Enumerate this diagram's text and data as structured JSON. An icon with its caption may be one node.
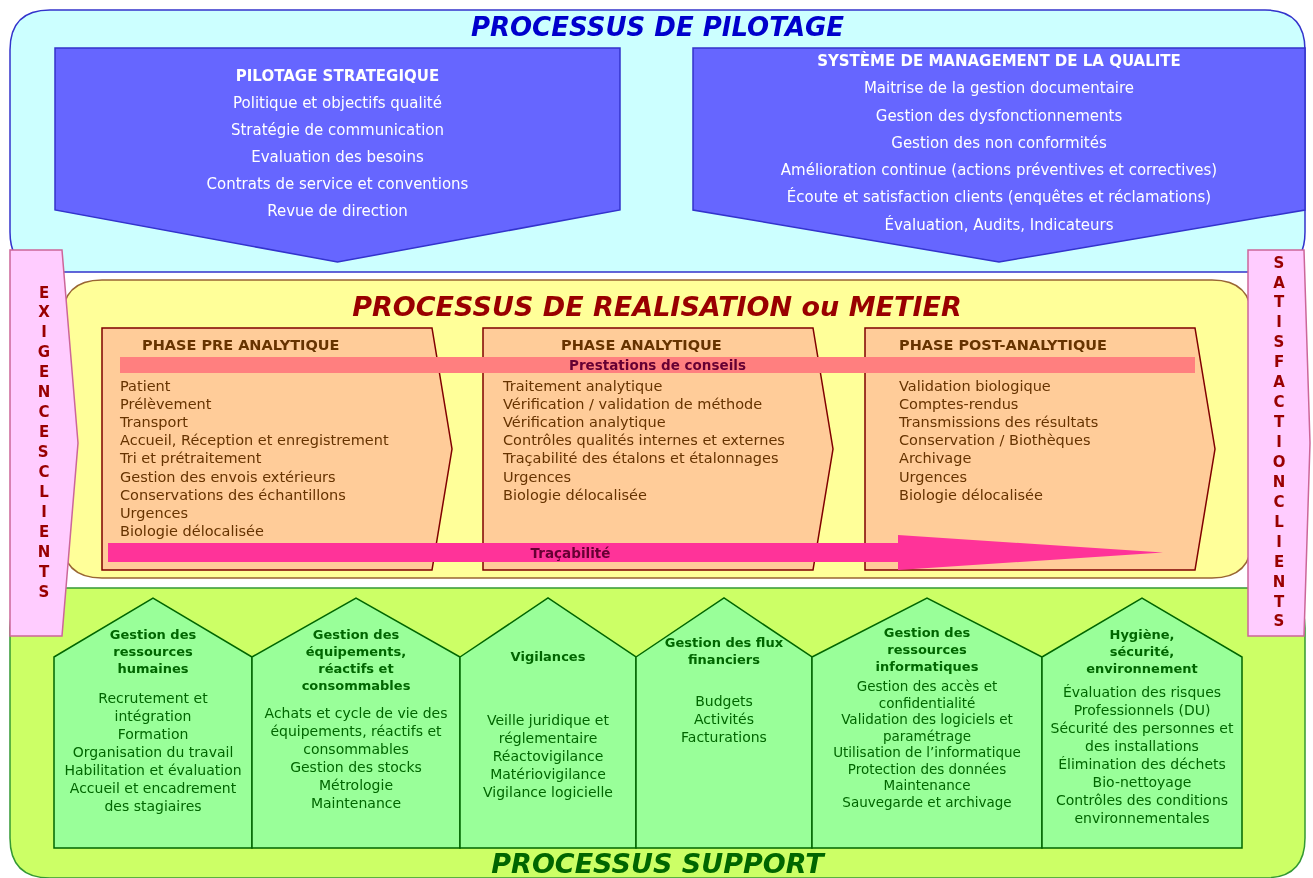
{
  "diagram": {
    "nodes": [
      {
        "text": [
          "PROCESSUS DE PILOTAGE"
        ]
      },
      {
        "text": [
          "PILOTAGE STRATEGIQUE",
          "Politique et objectifs qualité",
          "Stratégie de communication",
          "Evaluation des besoins",
          "Contrats de service  et conventions",
          "Revue de direction"
        ],
        "in": 0
      },
      {
        "text": [
          "SYSTÈME DE MANAGEMENT DE LA QUALITE",
          "Maitrise de la gestion documentaire",
          "Gestion des dysfonctionnements",
          "Gestion des non conformités",
          "Amélioration continue (actions préventives et correctives)",
          "Écoute et satisfaction clients (enquêtes et réclamations)",
          "Évaluation, Audits, Indicateurs"
        ],
        "in": 0
      },
      {
        "text": [
          "EXIGENCES CLIENTS"
        ]
      },
      {
        "text": [
          "PROCESSUS DE REALISATION ou METIER"
        ]
      },
      {
        "text": [
          "PHASE PRE ANALYTIQUE",
          "Patient",
          "Prélèvement",
          "Transport",
          "Accueil, Réception et enregistrement",
          "Tri et prétraitement",
          "Gestion des envois extérieurs",
          "Conservations des échantillons",
          "Urgences",
          "Biologie délocalisée"
        ],
        "in": 4
      },
      {
        "text": [
          "PHASE ANALYTIQUE",
          "Traitement analytique",
          "Vérification / validation de méthode",
          "Vérification analytique",
          "Contrôles qualités internes et externes",
          "Traçabilité des étalons et étalonnages",
          "Urgences",
          "Biologie délocalisée"
        ],
        "in": 4
      },
      {
        "text": [
          "PHASE POST-ANALYTIQUE",
          "Validation biologique",
          "Comptes-rendus",
          "Transmissions des résultats",
          "Conservation / Biothèques",
          "Archivage",
          "Urgences",
          "Biologie délocalisée"
        ],
        "in": 4
      },
      {
        "text": [
          "Prestations de conseils"
        ],
        "in": 4
      },
      {
        "text": [
          "Traçabilité"
        ],
        "in": 4
      },
      {
        "text": [
          "SATISFACTION CLIENTS"
        ]
      },
      {
        "text": [
          "PROCESSUS SUPPORT"
        ]
      },
      {
        "text": [
          "Gestion des ressources humaines",
          "Recrutement et intégration",
          "Formation",
          "Organisation du travail",
          "Habilitation et évaluation",
          "Accueil et encadrement des stagiaires"
        ],
        "in": 11
      },
      {
        "text": [
          "Gestion des équipements, réactifs et consommables",
          "Achats et cycle de vie des équipements, réactifs et consommables",
          "Gestion des stocks",
          "Métrologie",
          "Maintenance"
        ],
        "in": 11
      },
      {
        "text": [
          "Vigilances",
          "Veille juridique et réglementaire",
          "Réactovigilance",
          "Matériovigilance",
          "Vigilance logicielle"
        ],
        "in": 11
      },
      {
        "text": [
          "Gestion des flux financiers",
          "Budgets",
          "Activités",
          "Facturations"
        ],
        "in": 11
      },
      {
        "text": [
          "Gestion des ressources informatiques",
          "Gestion des accès et confidentialité",
          "Validation des logiciels et paramétrage",
          "Utilisation de l’informatique",
          "Protection des données",
          "Maintenance",
          "Sauvegarde et archivage"
        ],
        "in": 11
      },
      {
        "text": [
          "Hygiène, sécurité, environnement",
          "Évaluation des risques Professionnels (DU)",
          "Sécurité des personnes et des installations",
          "Élimination des déchets",
          "Bio-nettoyage",
          "Contrôles des conditions environnementales"
        ],
        "in": 11
      }
    ]
  }
}
